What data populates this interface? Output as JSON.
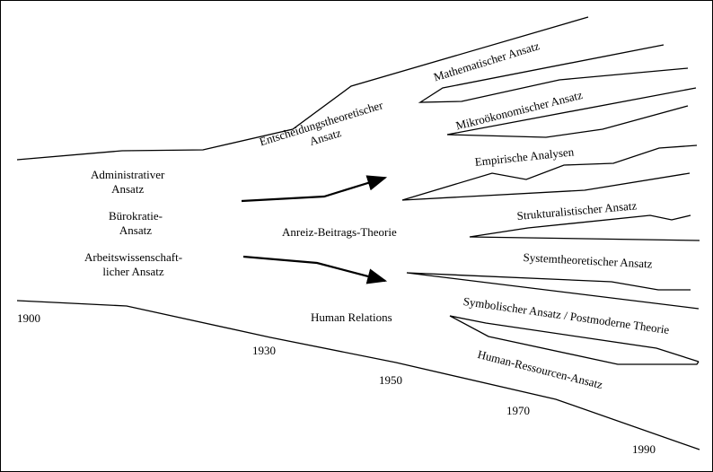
{
  "labels": {
    "administrativ": [
      "Administrativer",
      "Ansatz"
    ],
    "buerokratie": [
      "Bürokratie-",
      "Ansatz"
    ],
    "arbeitswiss": [
      "Arbeitswissenschaft-",
      "licher Ansatz"
    ],
    "entscheidung": [
      "Entscheidungstheoretischer",
      "Ansatz"
    ],
    "anreiz": "Anreiz-Beitrags-Theorie",
    "human_relations": "Human Relations",
    "mathematisch": "Mathematischer Ansatz",
    "mikro": "Mikroökonomischer Ansatz",
    "empirisch": "Empirische Analysen",
    "struktural": "Strukturalistischer Ansatz",
    "system": "Systemtheoretischer Ansatz",
    "symbolisch": "Symbolischer Ansatz / Postmoderne Theorie",
    "hr": "Human-Ressourcen-Ansatz"
  },
  "years": [
    "1900",
    "1930",
    "1950",
    "1970",
    "1990"
  ]
}
